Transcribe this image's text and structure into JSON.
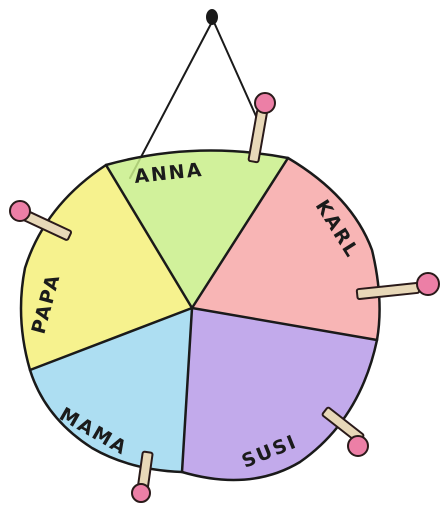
{
  "segments": [
    {
      "name": "ANNA",
      "color": "#c9ef8a"
    },
    {
      "name": "KARL",
      "color": "#f7a8a8"
    },
    {
      "name": "SUSI",
      "color": "#b79be8"
    },
    {
      "name": "MAMA",
      "color": "#9fd8f0"
    },
    {
      "name": "PAPA",
      "color": "#f5f07a"
    }
  ],
  "pin_color": "#ec7fa6",
  "pin_stick_color": "#e8d8b8"
}
